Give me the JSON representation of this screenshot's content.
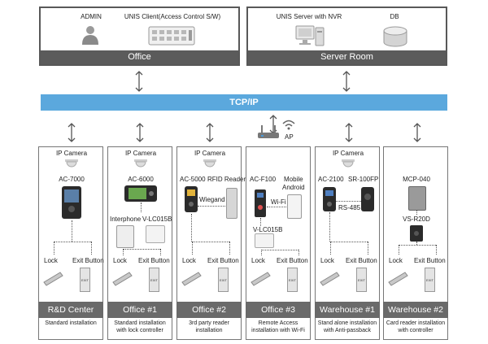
{
  "office": {
    "title": "Office",
    "admin_label": "ADMIN",
    "client_label": "UNIS Client(Access Control S/W)"
  },
  "server_room": {
    "title": "Server Room",
    "server_label": "UNIS Server with NVR",
    "db_label": "DB"
  },
  "network": {
    "label": "TCP/IP",
    "ap_label": "AP"
  },
  "sites": [
    {
      "name": "R&D Center",
      "desc_line1": "Standard installation",
      "desc_line2": "",
      "camera": "IP Camera",
      "device1": "AC-7000",
      "lock": "Lock",
      "exit": "Exit Button"
    },
    {
      "name": "Office #1",
      "desc_line1": "Standard installation",
      "desc_line2": "with lock controller",
      "camera": "IP Camera",
      "device1": "AC-6000",
      "extra1": "Interphone",
      "extra2": "V-LC015B",
      "lock": "Lock",
      "exit": "Exit Button"
    },
    {
      "name": "Office #2",
      "desc_line1": "3rd party reader",
      "desc_line2": "installation",
      "camera": "IP Camera",
      "device1": "AC-5000",
      "device2": "RFID Reader",
      "link": "Wiegand",
      "lock": "Lock",
      "exit": "Exit Button"
    },
    {
      "name": "Office #3",
      "desc_line1": "Remote Access",
      "desc_line2": "installation with Wi-Fi",
      "device1": "AC-F100",
      "device2_line1": "Mobile",
      "device2_line2": "Android",
      "link": "Wi-Fi",
      "controller": "V-LC015B",
      "lock": "Lock",
      "exit": "Exit Button"
    },
    {
      "name": "Warehouse #1",
      "desc_line1": "Stand alone installation",
      "desc_line2": "with Anti-passback",
      "camera": "IP Camera",
      "device1": "AC-2100",
      "device2": "SR-100FP",
      "link": "RS-485",
      "lock": "Lock",
      "exit": "Exit Button"
    },
    {
      "name": "Warehouse #2",
      "desc_line1": "Card reader installation",
      "desc_line2": "with controller",
      "device1": "MCP-040",
      "device2": "VS-R20D",
      "lock": "Lock",
      "exit": "Exit Button"
    }
  ],
  "button_text": "EXIT",
  "colors": {
    "network_bar": "#5ba8dd",
    "room_bar": "#5b5b5b",
    "site_bar": "#6a6a6a"
  }
}
